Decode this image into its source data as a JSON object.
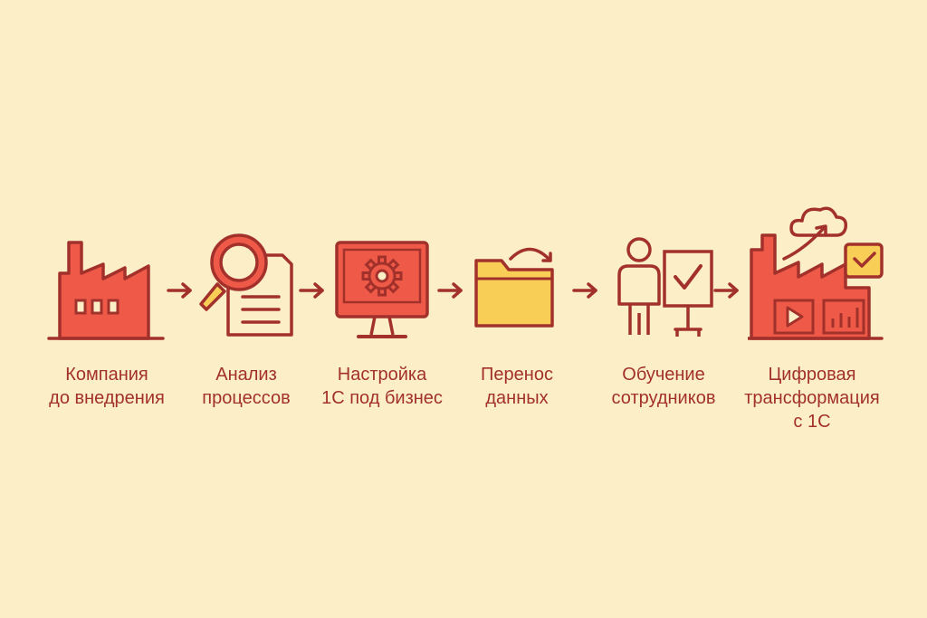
{
  "steps": [
    {
      "icon": "factory-icon",
      "line1": "Компания",
      "line2": "до внедрения"
    },
    {
      "icon": "magnifier-document-icon",
      "line1": "Анализ",
      "line2": "процессов"
    },
    {
      "icon": "monitor-gear-icon",
      "line1": "Настройка",
      "line2": "1С под бизнес"
    },
    {
      "icon": "folder-arrow-icon",
      "line1": "Перенос",
      "line2": "данных"
    },
    {
      "icon": "presenter-board-icon",
      "line1": "Обучение",
      "line2": "сотрудников"
    },
    {
      "icon": "digital-factory-icon",
      "line1": "Цифровая",
      "line2": "трансформация",
      "line3": "с 1С"
    }
  ],
  "colors": {
    "background": "#fcefc7",
    "stroke": "#a3312b",
    "fill": "#ee5a47",
    "folder": "#f9ce57"
  }
}
